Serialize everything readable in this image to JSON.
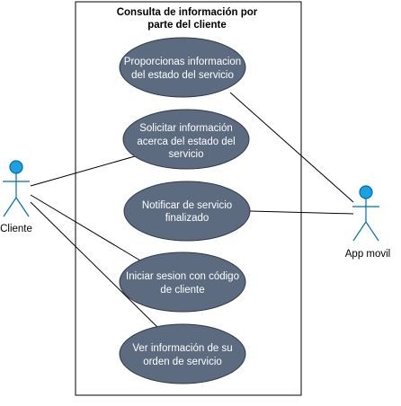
{
  "system": {
    "title_lines": [
      "Consulta de información por",
      "parte del cliente"
    ]
  },
  "actors": [
    {
      "id": "cliente",
      "label": "Cliente"
    },
    {
      "id": "app",
      "label": "App movil"
    }
  ],
  "use_cases": [
    {
      "id": "uc1",
      "lines": [
        "Proporcionas informacion",
        "del estado del servicio"
      ]
    },
    {
      "id": "uc2",
      "lines": [
        "Solicitar información",
        "acerca del estado del",
        "servicio"
      ]
    },
    {
      "id": "uc3",
      "lines": [
        "Notificar de servicio",
        "finalizado"
      ]
    },
    {
      "id": "uc4",
      "lines": [
        "Iniciar sesion con código",
        "de cliente"
      ]
    },
    {
      "id": "uc5",
      "lines": [
        "Ver información de su",
        "orden de servicio"
      ]
    }
  ],
  "associations": [
    {
      "actor": "cliente",
      "use_case": "uc2"
    },
    {
      "actor": "cliente",
      "use_case": "uc4"
    },
    {
      "actor": "cliente",
      "use_case": "uc5"
    },
    {
      "actor": "app",
      "use_case": "uc1"
    },
    {
      "actor": "app",
      "use_case": "uc3"
    }
  ],
  "colors": {
    "use_case_fill": "#5c6b7f",
    "use_case_stroke": "#2d3a4a",
    "actor_head_fill": "#1ba1e2",
    "actor_stroke": "#006eaf"
  }
}
